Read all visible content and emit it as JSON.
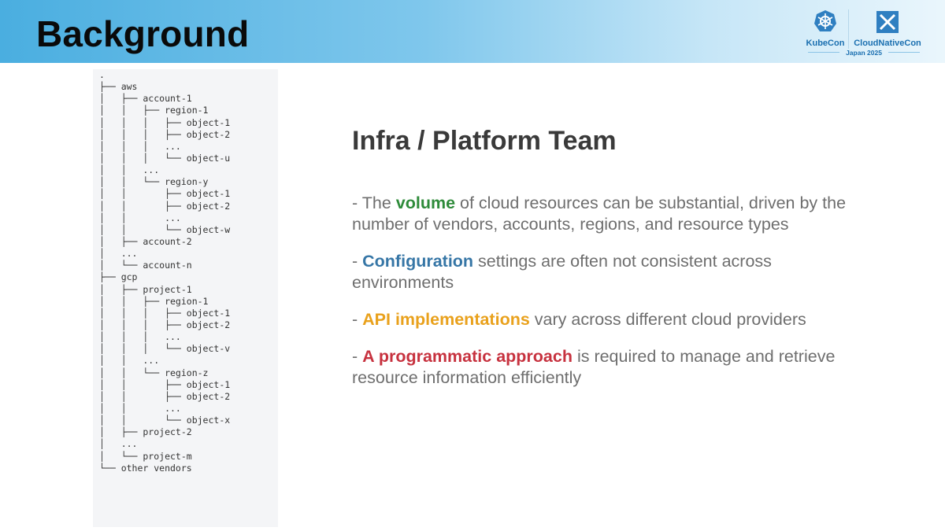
{
  "header": {
    "title": "Background",
    "logos": {
      "kubecon": "KubeCon",
      "cncf": "CloudNativeCon",
      "event": "Japan 2025"
    },
    "colors": {
      "accent": "#4aaee0",
      "logo": "#1a6fb0"
    }
  },
  "tree": [
    ".",
    "├── aws",
    "│   ├── account-1",
    "│   │   ├── region-1",
    "│   │   │   ├── object-1",
    "│   │   │   ├── object-2",
    "│   │   │   ...",
    "│   │   │   └── object-u",
    "│   │   ...",
    "│   │   └── region-y",
    "│   │       ├── object-1",
    "│   │       ├── object-2",
    "│   │       ...",
    "│   │       └── object-w",
    "│   ├── account-2",
    "│   ...",
    "│   └── account-n",
    "├── gcp",
    "│   ├── project-1",
    "│   │   ├── region-1",
    "│   │   │   ├── object-1",
    "│   │   │   ├── object-2",
    "│   │   │   ...",
    "│   │   │   └── object-v",
    "│   │   ...",
    "│   │   └── region-z",
    "│   │       ├── object-1",
    "│   │       ├── object-2",
    "│   │       ...",
    "│   │       └── object-x",
    "│   ├── project-2",
    "│   ...",
    "│   └── project-m",
    "└── other vendors"
  ],
  "main": {
    "heading": "Infra / Platform Team",
    "points": [
      {
        "prefix": "- The ",
        "highlight": "volume",
        "rest": " of cloud resources can be substantial, driven by the number of vendors, accounts, regions, and resource types",
        "color": "#2e8b3a"
      },
      {
        "prefix": "- ",
        "highlight": "Configuration",
        "rest": " settings are often not consistent across environments",
        "color": "#3676a6"
      },
      {
        "prefix": "- ",
        "highlight": "API implementations",
        "rest": " vary across different cloud providers",
        "color": "#e9a11c"
      },
      {
        "prefix": "- ",
        "highlight": "A programmatic approach",
        "rest": " is required to manage and retrieve resource information efficiently",
        "color": "#c7323f"
      }
    ]
  }
}
